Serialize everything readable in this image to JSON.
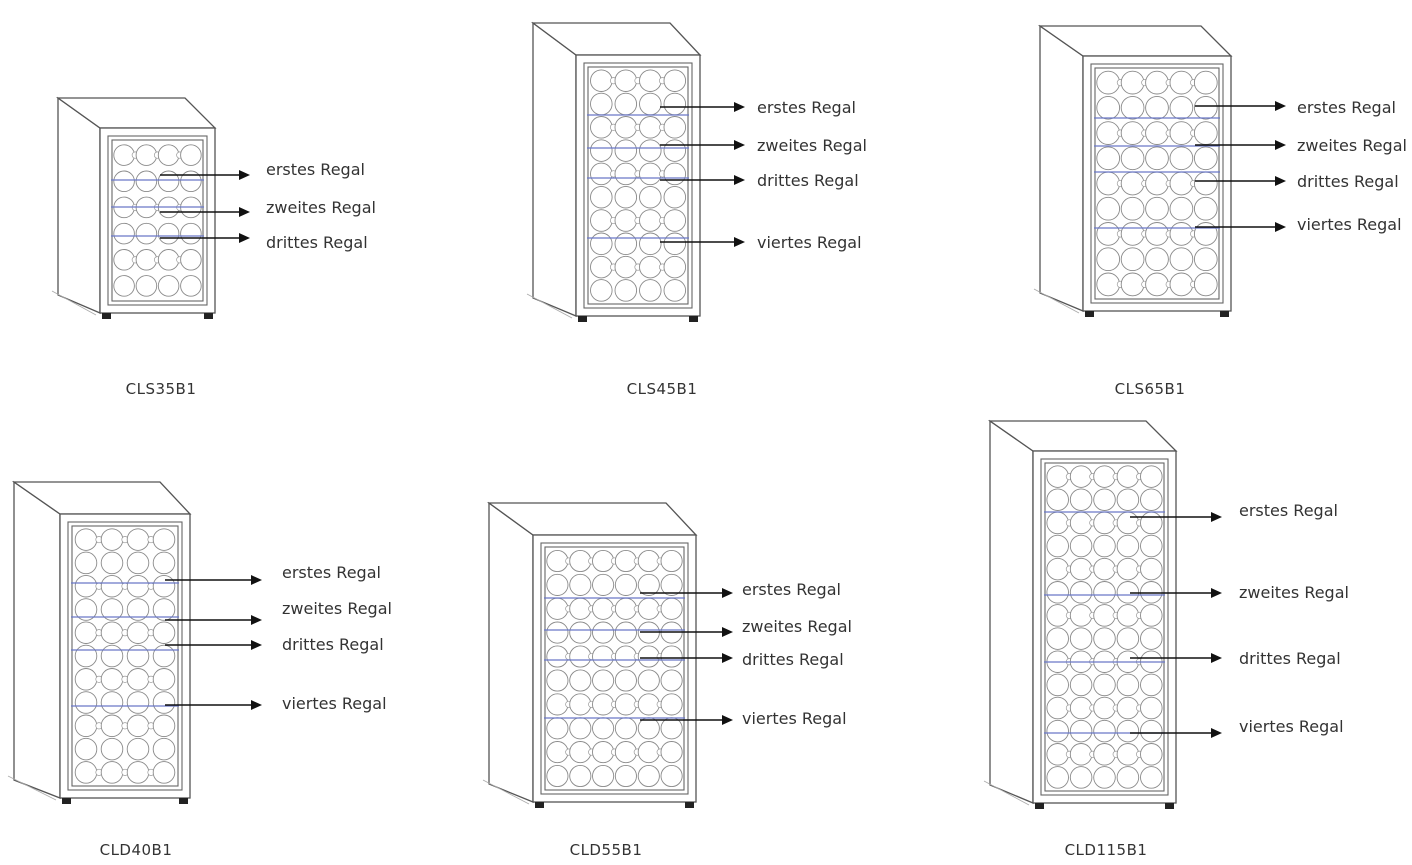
{
  "units": [
    {
      "model": "CLS35B1",
      "shelves": [
        "erstes Regal",
        "zweites Regal",
        "drittes Regal"
      ]
    },
    {
      "model": "CLS45B1",
      "shelves": [
        "erstes Regal",
        "zweites Regal",
        "drittes Regal",
        "viertes Regal"
      ]
    },
    {
      "model": "CLS65B1",
      "shelves": [
        "erstes Regal",
        "zweites Regal",
        "drittes Regal",
        "viertes Regal"
      ]
    },
    {
      "model": "CLD40B1",
      "shelves": [
        "erstes Regal",
        "zweites Regal",
        "drittes Regal",
        "viertes Regal"
      ]
    },
    {
      "model": "CLD55B1",
      "shelves": [
        "erstes Regal",
        "zweites Regal",
        "drittes Regal",
        "viertes Regal"
      ]
    },
    {
      "model": "CLD115B1",
      "shelves": [
        "erstes Regal",
        "zweites Regal",
        "drittes Regal",
        "viertes Regal"
      ]
    }
  ]
}
